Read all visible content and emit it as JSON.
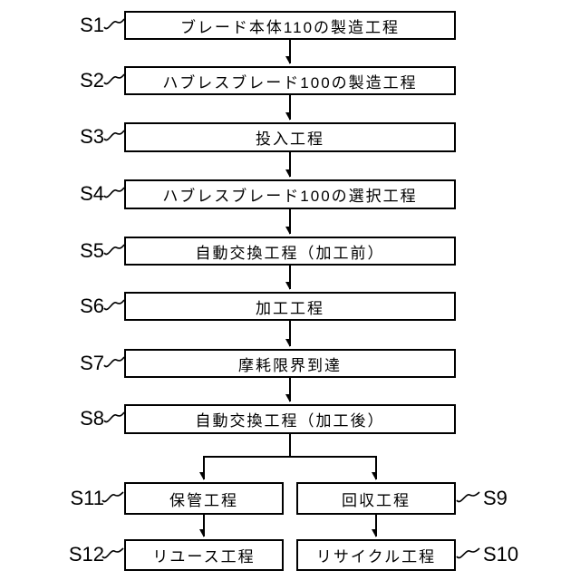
{
  "figure": {
    "type": "flowchart",
    "background_color": "#ffffff",
    "line_color": "#000000",
    "steps": [
      {
        "id": "S1",
        "label": "ブレード本体110の製造工程"
      },
      {
        "id": "S2",
        "label": "ハブレスブレード100の製造工程"
      },
      {
        "id": "S3",
        "label": "投入工程"
      },
      {
        "id": "S4",
        "label": "ハブレスブレード100の選択工程"
      },
      {
        "id": "S5",
        "label": "自動交換工程（加工前）"
      },
      {
        "id": "S6",
        "label": "加工工程"
      },
      {
        "id": "S7",
        "label": "摩耗限界到達"
      },
      {
        "id": "S8",
        "label": "自動交換工程（加工後）"
      },
      {
        "id": "S9",
        "label": "回収工程"
      },
      {
        "id": "S10",
        "label": "リサイクル工程"
      },
      {
        "id": "S11",
        "label": "保管工程"
      },
      {
        "id": "S12",
        "label": "リユース工程"
      }
    ],
    "flow": {
      "main_sequence": [
        "S1",
        "S2",
        "S3",
        "S4",
        "S5",
        "S6",
        "S7",
        "S8"
      ],
      "branch_from": "S8",
      "left_branch": [
        "S11",
        "S12"
      ],
      "right_branch": [
        "S9",
        "S10"
      ]
    }
  }
}
